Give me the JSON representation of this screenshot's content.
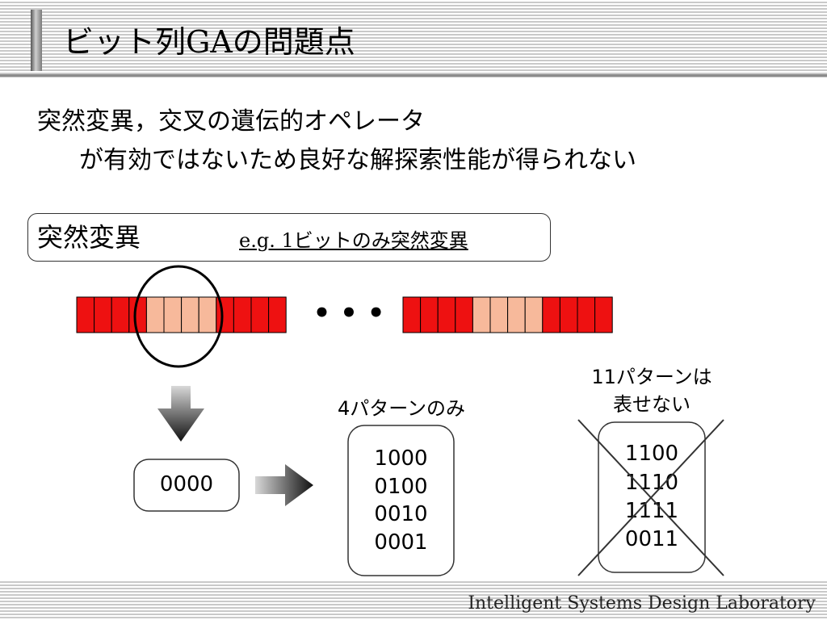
{
  "slide": {
    "title": "ビット列GAの問題点",
    "lead_line1": "突然変異，交叉の遺伝的オペレータ",
    "lead_line2": "が有効ではないため良好な解探索性能が得られない",
    "mutation_label": "突然変異",
    "mutation_example": "e.g. 1ビットのみ突然変異",
    "ellipsis": "• • •",
    "start_value": "0000",
    "reachable_label": "4パターンのみ",
    "reachable_patterns": [
      "1000",
      "0100",
      "0010",
      "0001"
    ],
    "unreachable_label_line1": "11パターンは",
    "unreachable_label_line2": "表せない",
    "unreachable_patterns": [
      "1100",
      "1110",
      "1111",
      "0011"
    ],
    "footer": "Intelligent Systems Design Laboratory"
  },
  "colors": {
    "bit_normal": "#ee1111",
    "bit_highlight": "#f7b99b",
    "cross": "#333333"
  },
  "bit_strings": [
    {
      "bits": 12,
      "highlighted": [
        4,
        5,
        6,
        7
      ]
    },
    {
      "bits": 12,
      "highlighted": [
        4,
        5,
        6,
        7
      ]
    }
  ]
}
